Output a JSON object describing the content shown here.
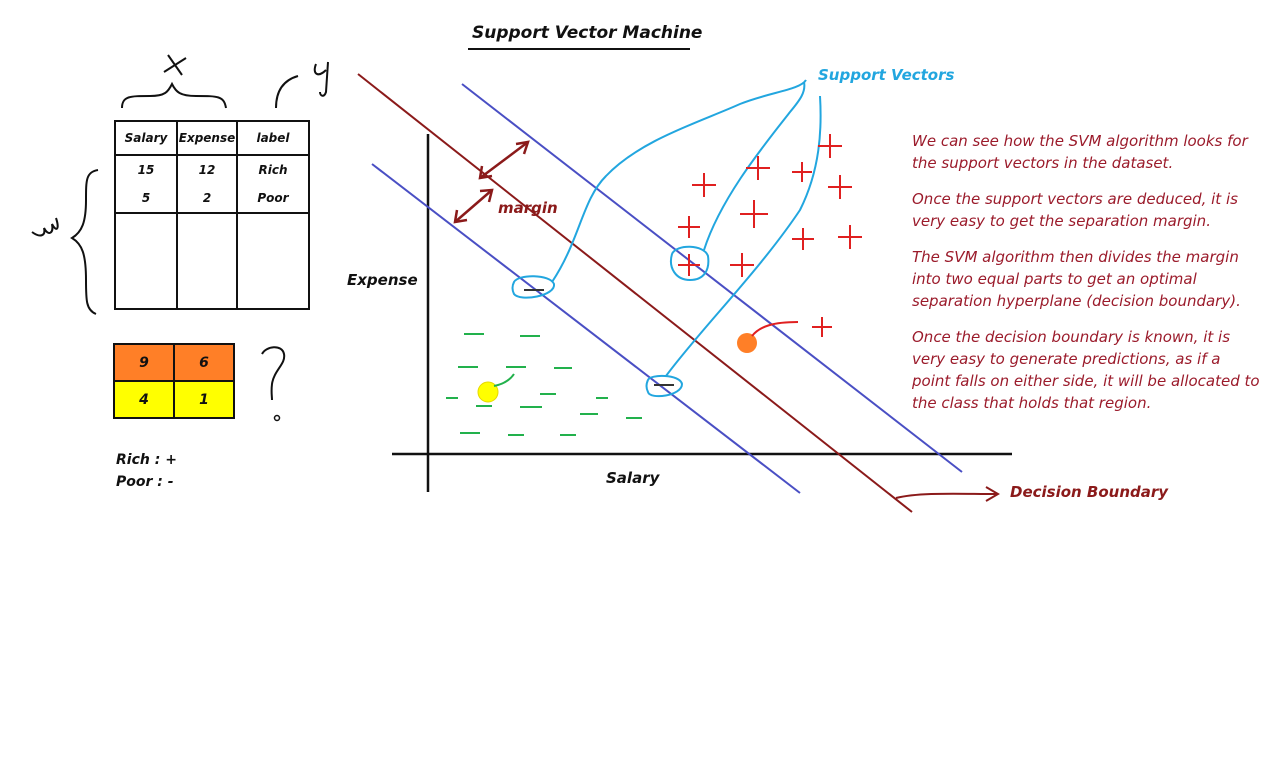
{
  "title": "Support Vector Machine",
  "table": {
    "headers": [
      "Salary",
      "Expense",
      "label"
    ],
    "rows": [
      [
        "15",
        "12",
        "Rich"
      ],
      [
        "5",
        "2",
        "Poor"
      ]
    ]
  },
  "mini_grid": [
    [
      "9",
      "6"
    ],
    [
      "4",
      "1"
    ]
  ],
  "legend": {
    "rich": "Rich : +",
    "poor": "Poor : -"
  },
  "axes": {
    "x_label": "Salary",
    "y_label": "Expense"
  },
  "labels": {
    "support_vectors": "Support Vectors",
    "margin": "margin",
    "decision_boundary": "Decision Boundary"
  },
  "notes": [
    "We can see how the SVM algorithm looks for the support vectors in the dataset.",
    "Once the support vectors are deduced, it is very easy to get the separation margin.",
    "The SVM algorithm then divides the margin into two equal parts to get an optimal separation hyperplane (decision boundary).",
    "Once the decision boundary is known, it is very easy to generate predictions, as if a point falls on either side, it will be allocated to the class that holds that region."
  ],
  "colors": {
    "decision_boundary": "#8b1a1a",
    "margin_lines": "#4a4fc4",
    "support_vector_marks": "#22a6df",
    "plus_points": "#e02020",
    "minus_points": "#22b14c",
    "orange_point": "#ff7f27",
    "yellow_point": "#ffff00",
    "notes_text": "#9b1b2b"
  }
}
